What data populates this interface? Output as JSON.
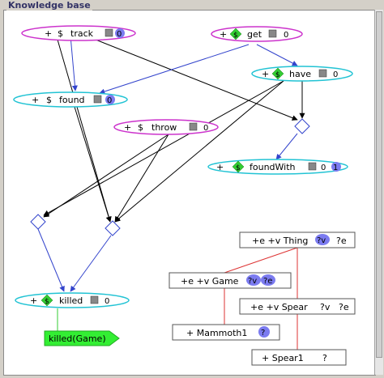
{
  "panel": {
    "title": "Knowledge base"
  },
  "colors": {
    "magenta": "#cc33cc",
    "cyan": "#22c3d4",
    "blue_arrow": "#3344cc",
    "black_arrow": "#000000",
    "red_line": "#dd3333",
    "green_line": "#33cc33",
    "blue_badge": "#7b7bf0",
    "green_action": "#33ee33"
  },
  "rules": {
    "track": {
      "plus": "+",
      "sign": "$",
      "name": "track",
      "count": "0"
    },
    "get": {
      "plus": "+",
      "sign": "$",
      "name": "get",
      "count": "0"
    },
    "have": {
      "plus": "+",
      "sign": "$",
      "name": "have",
      "count": "0"
    },
    "found": {
      "plus": "+",
      "sign": "$",
      "name": "found",
      "count": "0"
    },
    "throw": {
      "plus": "+",
      "sign": "$",
      "name": "throw",
      "count": "0"
    },
    "foundWith": {
      "plus": "+",
      "sign": "$",
      "name": "foundWith",
      "count": "0",
      "badge": "1"
    },
    "killed": {
      "plus": "+",
      "sign": "$",
      "name": "killed",
      "count": "0"
    }
  },
  "action": {
    "label": "killed(Game)"
  },
  "hierarchy": {
    "thing": {
      "text": "+e +v Thing",
      "badge": "?v",
      "extra": "?e"
    },
    "game": {
      "text": "+e +v Game",
      "badge": "?v",
      "extra": "?e"
    },
    "spear": {
      "text": "+e +v Spear",
      "badge": "?v",
      "extra": "?e"
    },
    "mammoth": {
      "text": "+  Mammoth1",
      "badge": "?"
    },
    "spear1": {
      "text": "+  Spear1",
      "badge": "?"
    }
  }
}
